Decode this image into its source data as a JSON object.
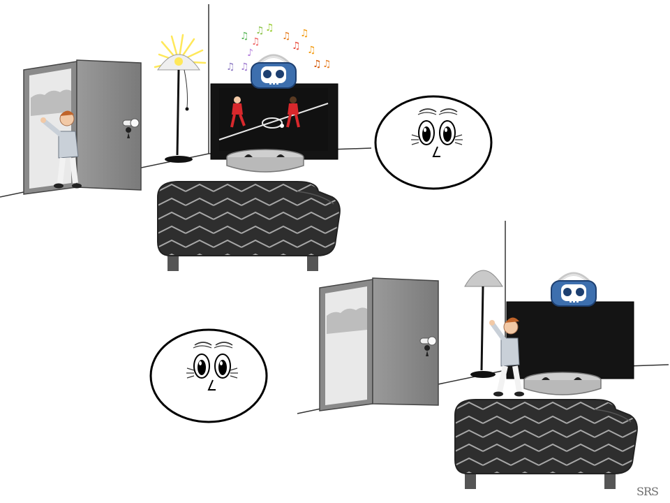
{
  "scene": {
    "panels": [
      {
        "name": "before",
        "boy_state": "entering room, waving",
        "lamp_state": "on",
        "tv_state": "on, showing soccer players",
        "radio_state": "on, playing music",
        "moon_face": "wide-eyed, neutral"
      },
      {
        "name": "after",
        "boy_state": "reaching up to lamp switch",
        "lamp_state": "off",
        "tv_state": "off",
        "radio_state": "silent",
        "moon_face": "wide-eyed, neutral"
      }
    ]
  },
  "signature": {
    "text": "SRS"
  },
  "colors": {
    "wall_line": "#333333",
    "door_gray": "#8c8c8c",
    "tv_screen": "#111111",
    "radio_blue": "#3d6fae",
    "sofa_dark": "#2f2f2f",
    "lamp_glow": "#ffe85a",
    "jersey_red": "#d8282c"
  }
}
